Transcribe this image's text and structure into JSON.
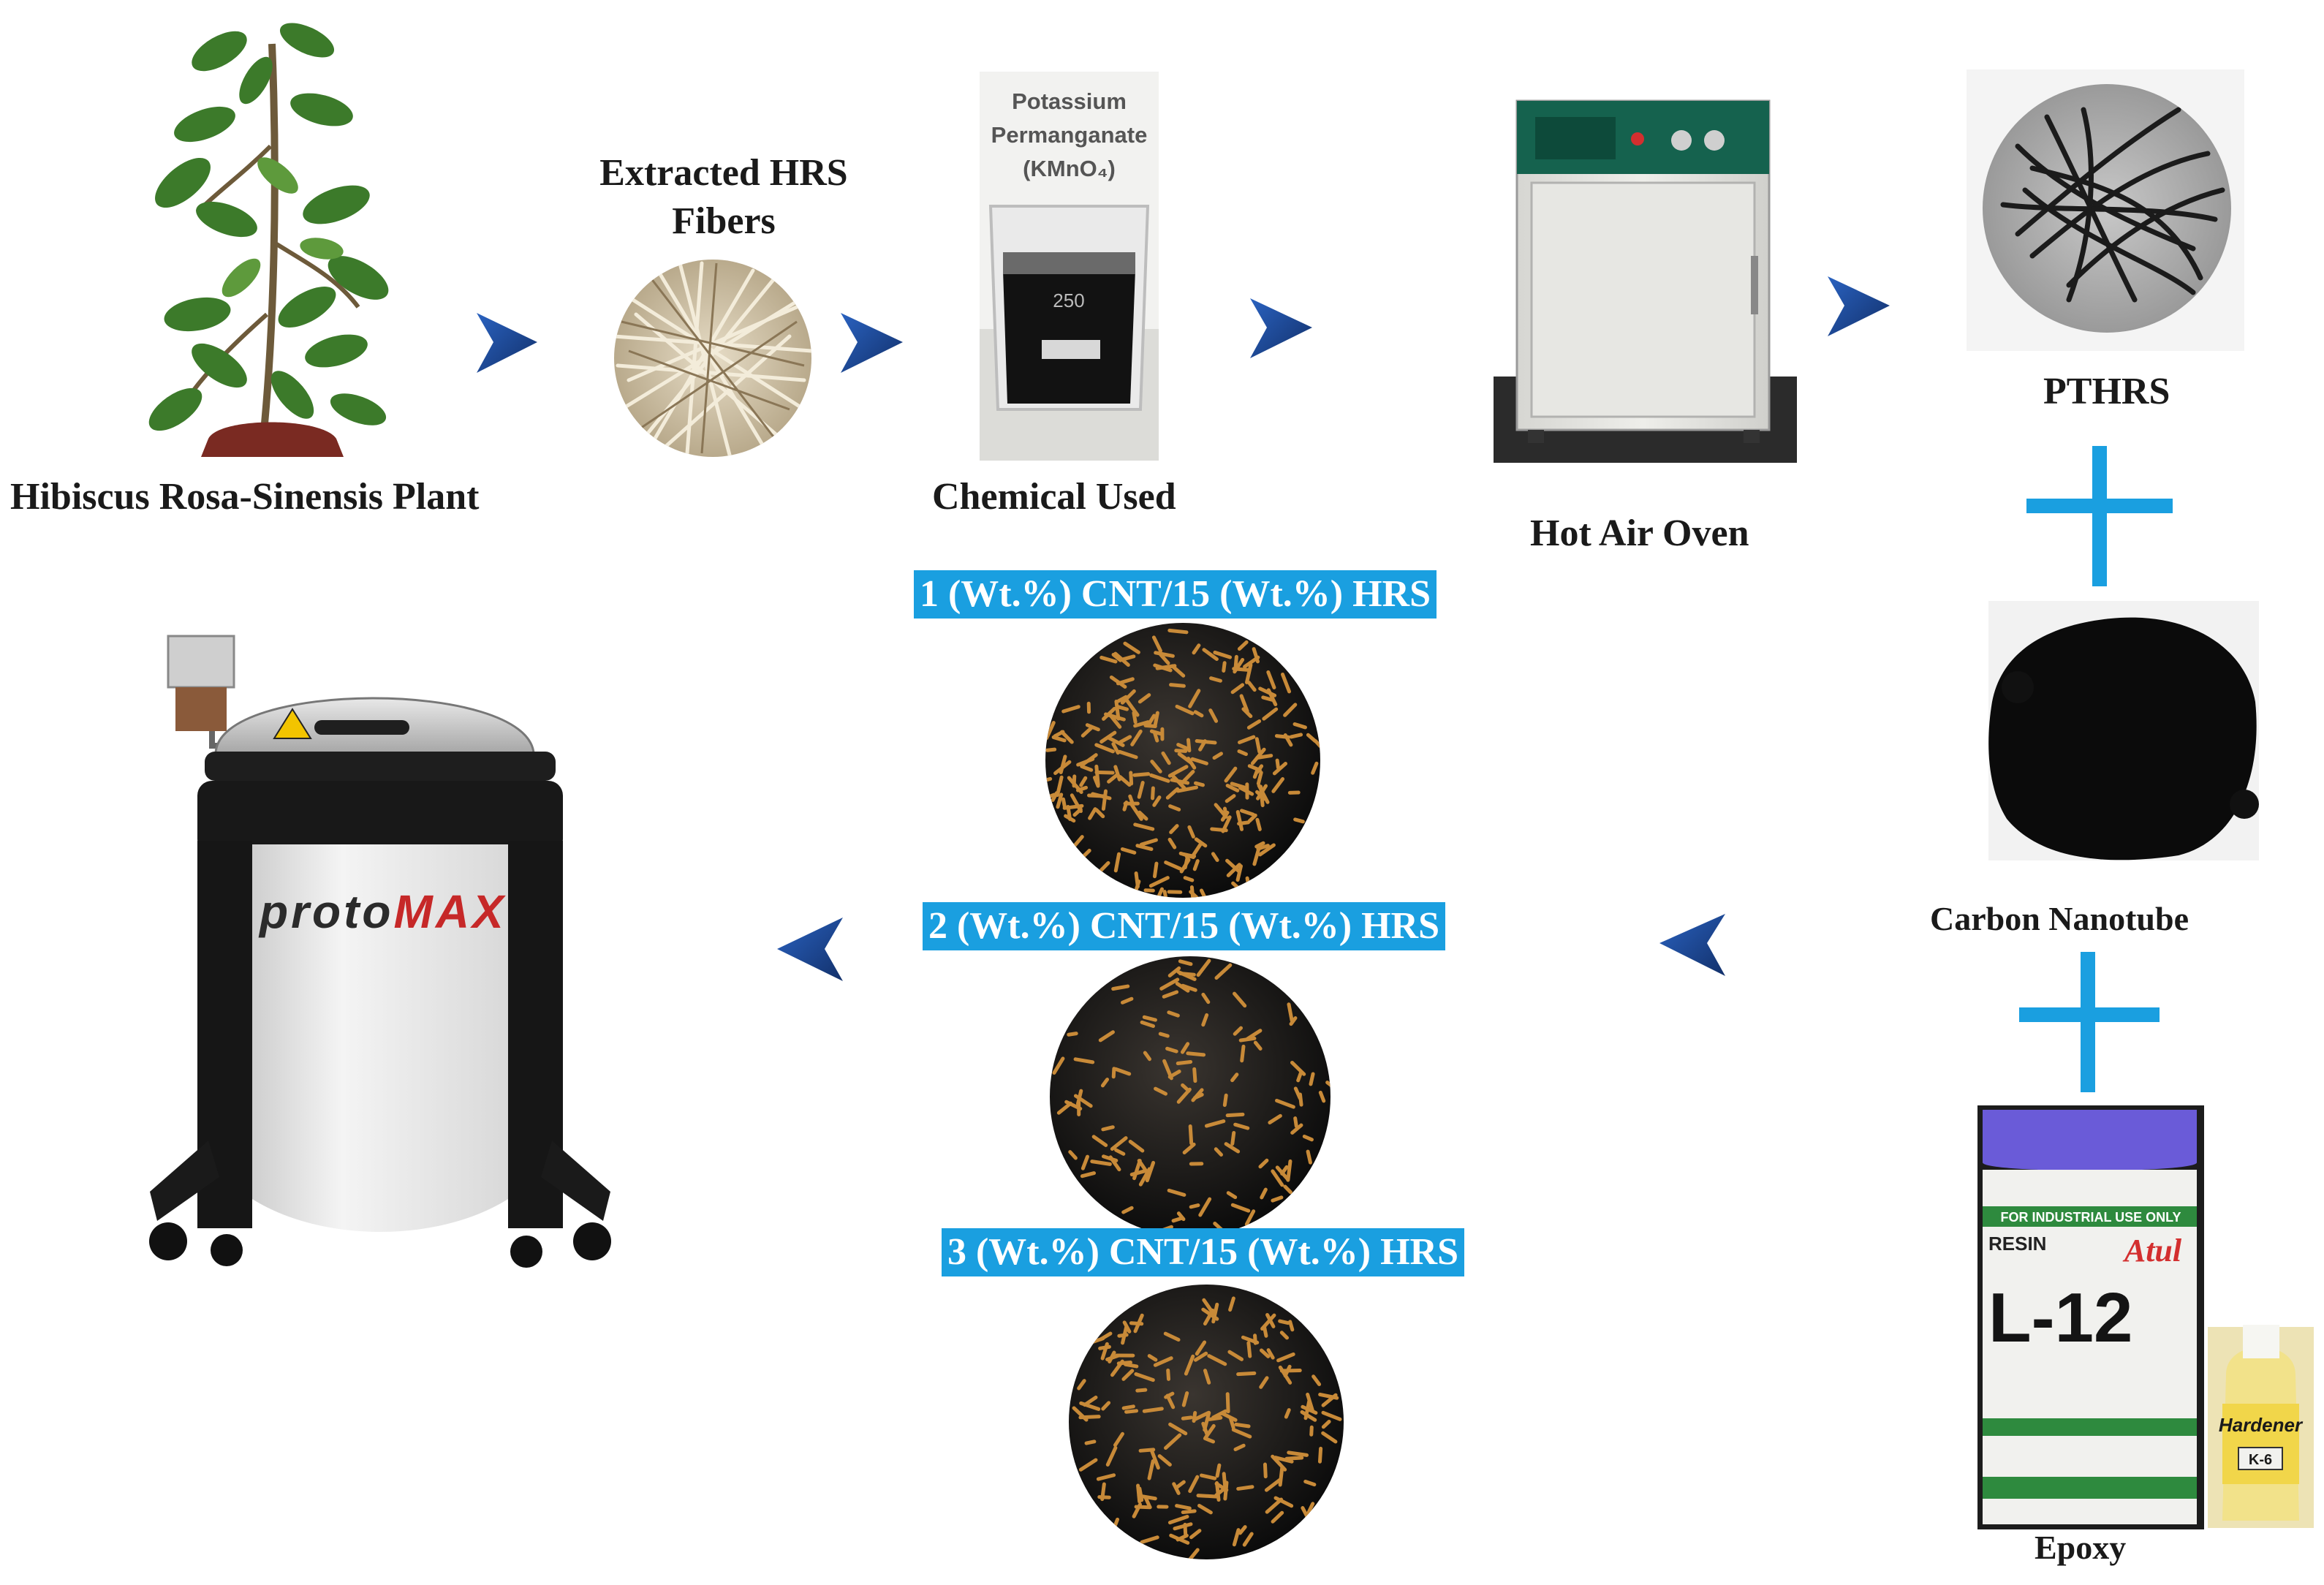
{
  "steps": {
    "plant_label": "Hibiscus Rosa-Sinensis Plant",
    "fibers_label_line1": "Extracted HRS",
    "fibers_label_line2": "Fibers",
    "chemical_label": "Chemical Used",
    "chemical_name_line1": "Potassium",
    "chemical_name_line2": "Permanganate",
    "chemical_name_line3": "(KMnO₄)",
    "oven_label": "Hot Air Oven",
    "pthrs_label": "PTHRS",
    "cnt_label": "Carbon Nanotube",
    "epoxy_label": "Epoxy"
  },
  "samples": [
    {
      "label": "1 (Wt.%) CNT/15 (Wt.%) HRS"
    },
    {
      "label": "2 (Wt.%) CNT/15 (Wt.%) HRS"
    },
    {
      "label": "3 (Wt.%) CNT/15 (Wt.%) HRS"
    }
  ],
  "product_text": {
    "resin_header": "FOR INDUSTRIAL USE ONLY",
    "resin_word": "RESIN",
    "resin_code": "L-12",
    "resin_brand": "Atul",
    "hardener_word": "Hardener",
    "hardener_code": "K-6",
    "machine_brand_a": "proto",
    "machine_brand_b": "MAX"
  },
  "colors": {
    "arrow": "#1f4e9e",
    "plus": "#1a9fe0",
    "banner": "#1a9fe0"
  }
}
